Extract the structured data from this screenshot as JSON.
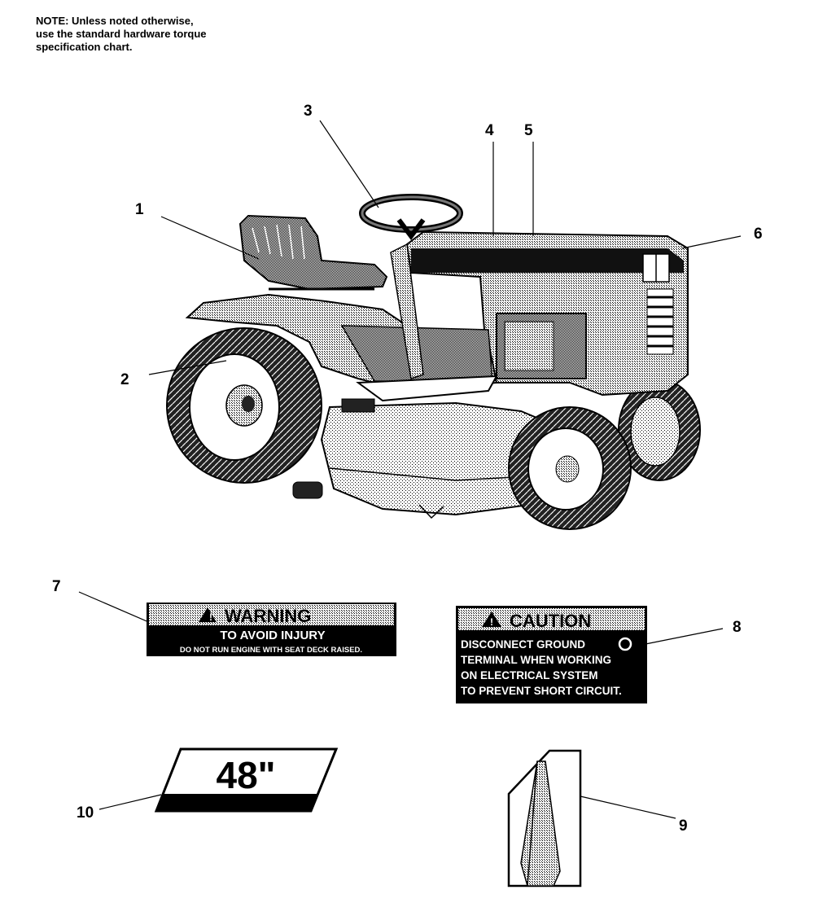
{
  "note": {
    "lines": [
      "NOTE: Unless noted otherwise,",
      "use the standard hardware torque",
      "specification chart."
    ]
  },
  "callouts": [
    "1",
    "2",
    "3",
    "4",
    "5",
    "6",
    "7",
    "8",
    "9",
    "10"
  ],
  "warning_decal": {
    "title": "WARNING",
    "line1": "TO AVOID INJURY",
    "line2": "DO NOT RUN ENGINE WITH SEAT DECK RAISED."
  },
  "caution_decal": {
    "title": "CAUTION",
    "lines": [
      "DISCONNECT GROUND",
      "TERMINAL WHEN WORKING",
      "ON ELECTRICAL SYSTEM",
      "TO PREVENT SHORT CIRCUIT."
    ]
  },
  "deck_decal": {
    "label": "48\""
  }
}
